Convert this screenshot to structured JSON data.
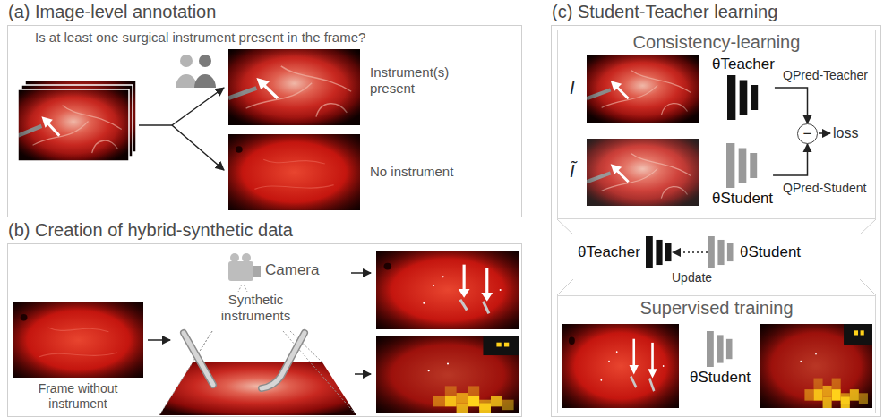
{
  "diagram": {
    "nodes": [
      {
        "text": [
          "(a) Image-level annotation",
          "Is at least one surgical instrument present in the frame?"
        ]
      },
      {
        "text": [
          "(b) Creation of hybrid-synthetic data"
        ]
      },
      {
        "text": [
          "(c) Student-Teacher learning"
        ]
      },
      {
        "text": [
          "Consistency-learning"
        ],
        "in": 2
      },
      {
        "text": [
          "θTeacher"
        ],
        "in": 3
      },
      {
        "text": [
          "θStudent"
        ],
        "in": 3
      },
      {
        "text": [
          "−"
        ],
        "in": 3
      },
      {
        "text": [
          "θTeacher"
        ],
        "in": 2
      },
      {
        "text": [
          "θStudent"
        ],
        "in": 2
      },
      {
        "text": [
          "Supervised training"
        ],
        "in": 2
      },
      {
        "text": [
          "θStudent"
        ],
        "in": 9
      }
    ],
    "edges": [
      {
        "from": 4,
        "to": 6,
        "arrow": "to",
        "label": "QPred-Teacher"
      },
      {
        "from": 5,
        "to": 6,
        "arrow": "to",
        "label": "QPred-Student"
      },
      {
        "from": 8,
        "to": 7,
        "arrow": "to",
        "label": "Update"
      }
    ],
    "labels": [
      "Instrument(s) present",
      "No instrument",
      "Frame without instrument",
      "Camera",
      "Synthetic instruments",
      "I",
      "Ĩ",
      "loss"
    ]
  }
}
